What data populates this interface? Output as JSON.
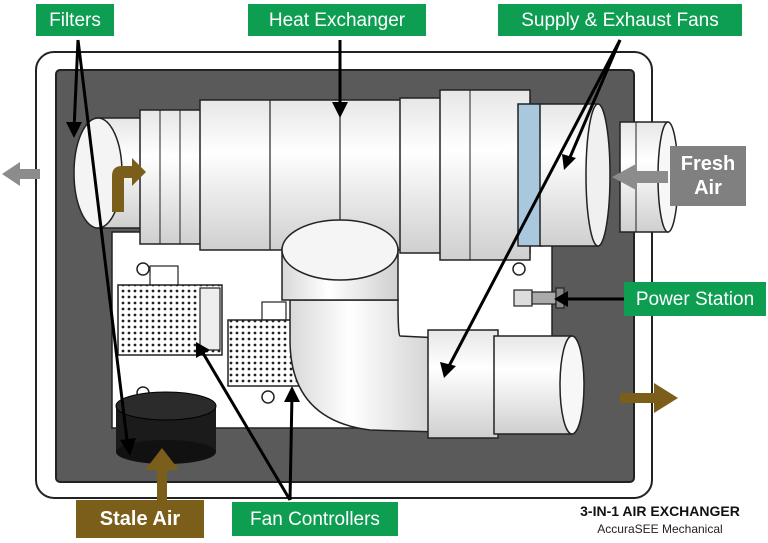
{
  "labels": {
    "filters": "Filters",
    "heat_exchanger": "Heat Exchanger",
    "fans": "Supply & Exhaust Fans",
    "fresh_air_line1": "Fresh",
    "fresh_air_line2": "Air",
    "power_station": "Power Station",
    "stale_air": "Stale Air",
    "fan_controllers": "Fan Controllers"
  },
  "caption": {
    "title": "3-IN-1 AIR EXCHANGER",
    "subtitle": "AccuraSEE Mechanical"
  },
  "colors": {
    "callout_green": "#0e9e52",
    "fresh_air_gray": "#808080",
    "stale_air_brown": "#7a5e1a",
    "cabinet_interior": "#5a5a5a",
    "duct_white": "#f2f2f2",
    "fan_blue": "#a9c7dd"
  }
}
